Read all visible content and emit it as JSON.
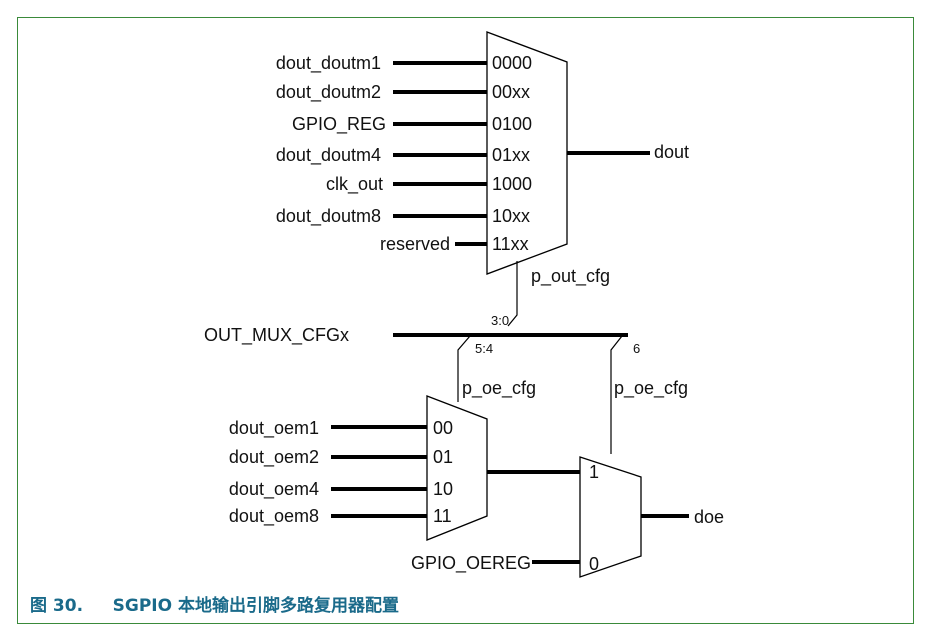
{
  "mux1": {
    "inputs": [
      {
        "signal": "dout_doutm1",
        "code": "0000"
      },
      {
        "signal": "dout_doutm2",
        "code": "00xx"
      },
      {
        "signal": "GPIO_REG",
        "code": "0100"
      },
      {
        "signal": "dout_doutm4",
        "code": "01xx"
      },
      {
        "signal": "clk_out",
        "code": "1000"
      },
      {
        "signal": "dout_doutm8",
        "code": "10xx"
      },
      {
        "signal": "reserved",
        "code": "11xx"
      }
    ],
    "output": "dout",
    "select": "p_out_cfg"
  },
  "cfg_bus": {
    "name": "OUT_MUX_CFGx",
    "bits_mux1": "3:0",
    "bits_mux2": "5:4",
    "bits_mux3": "6"
  },
  "mux2": {
    "inputs": [
      {
        "signal": "dout_oem1",
        "code": "00"
      },
      {
        "signal": "dout_oem2",
        "code": "01"
      },
      {
        "signal": "dout_oem4",
        "code": "10"
      },
      {
        "signal": "dout_oem8",
        "code": "11"
      }
    ],
    "select": "p_oe_cfg"
  },
  "mux3": {
    "input1_code": "1",
    "input0_signal": "GPIO_OEREG",
    "input0_code": "0",
    "output": "doe",
    "select": "p_oe_cfg"
  },
  "caption": "图 30.     SGPIO 本地输出引脚多路复用器配置",
  "colors": {
    "frame": "#3a8a3a",
    "caption": "#1a6a8a"
  }
}
